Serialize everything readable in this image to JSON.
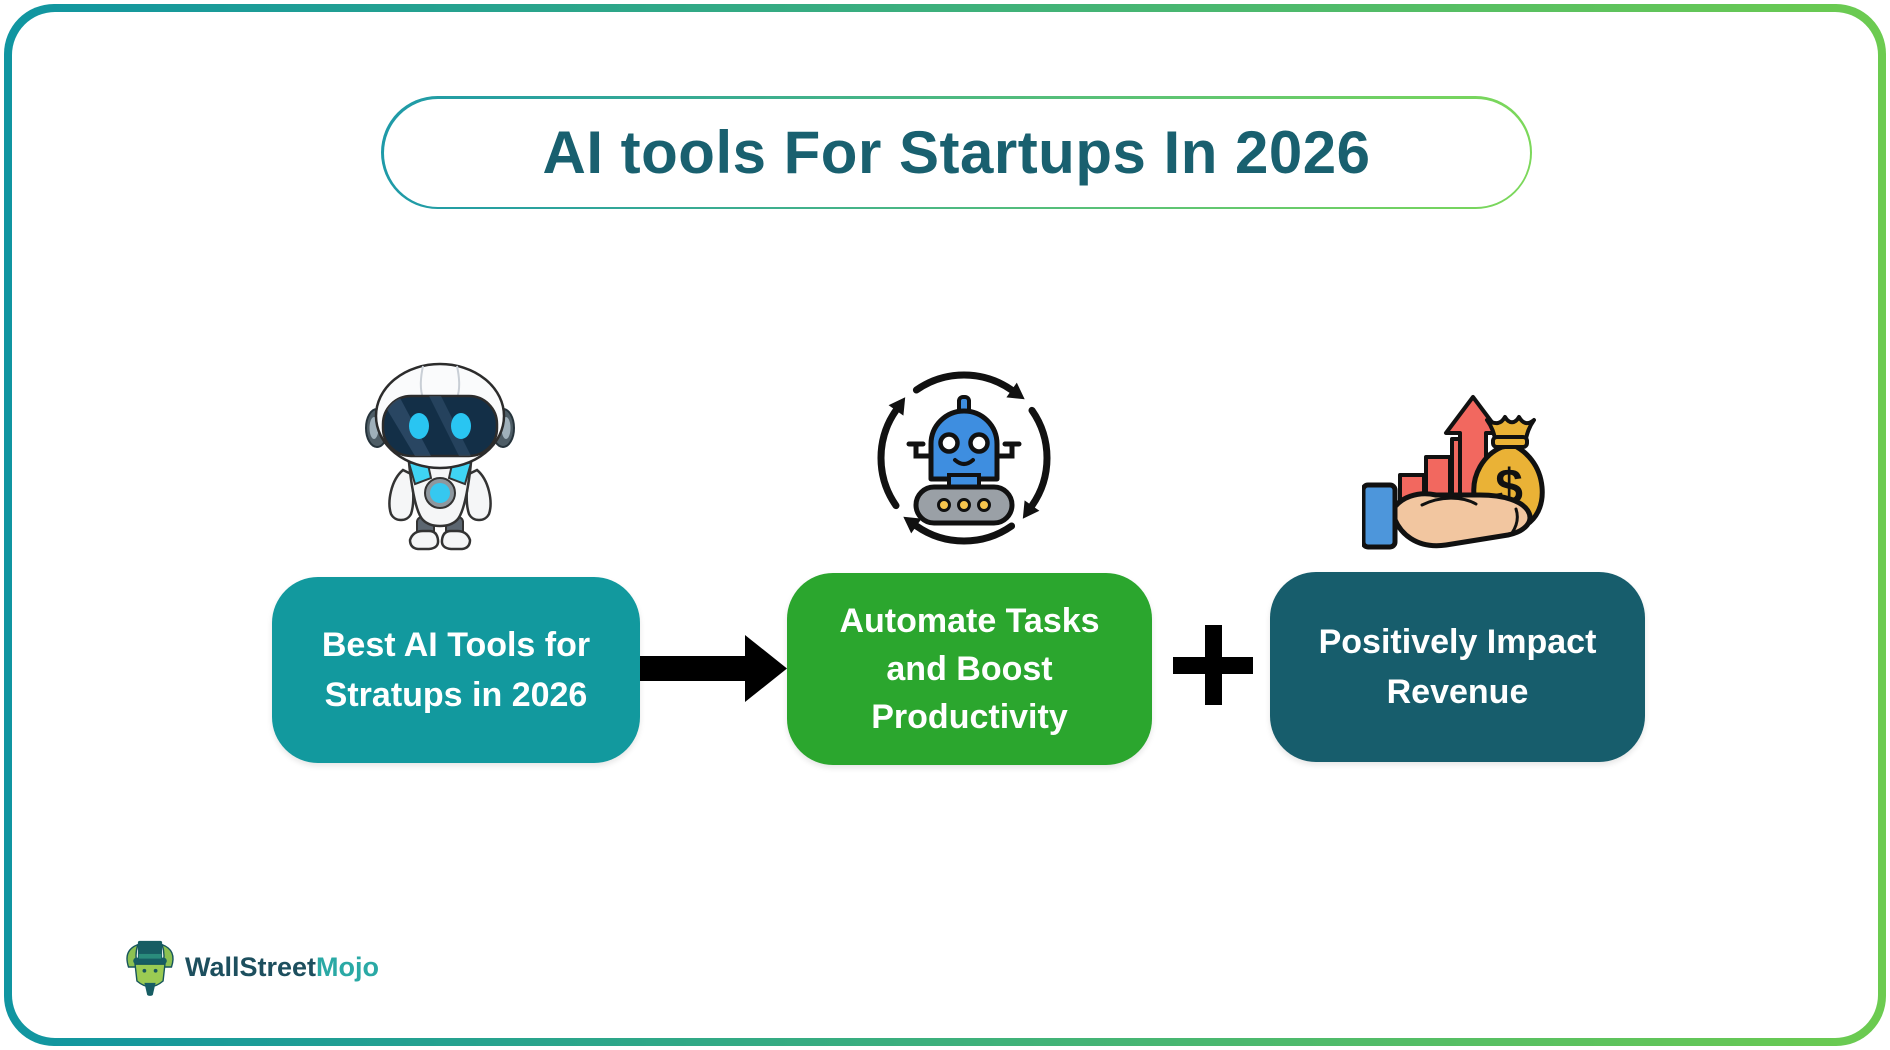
{
  "title": {
    "text": "AI tools For Startups In 2026"
  },
  "flow": {
    "steps": [
      {
        "label": "Best AI Tools for Stratups in 2026",
        "lines": [
          "Best AI Tools for",
          "Stratups in 2026"
        ],
        "color": "#12999E",
        "icon": "robot-mascot-icon"
      },
      {
        "label": "Automate Tasks and Boost Productivity",
        "lines": [
          "Automate Tasks",
          "and Boost",
          "Productivity"
        ],
        "color": "#2BA62E",
        "icon": "automation-cycle-robot-icon"
      },
      {
        "label": "Positively Impact Revenue",
        "lines": [
          "Positively Impact",
          "Revenue"
        ],
        "color": "#175D6C",
        "icon": "hand-money-growth-icon"
      }
    ],
    "connectors": [
      {
        "type": "arrow-right",
        "color": "#000000"
      },
      {
        "type": "plus",
        "color": "#000000"
      }
    ]
  },
  "logo": {
    "part1": "WallStreet",
    "part2": "Mojo",
    "part1_color": "#1D4F5E",
    "part2_color": "#2AA9A5",
    "mascot": "bull-mascot-icon"
  },
  "theme": {
    "background": "#FFFFFF",
    "card_border_gradient": [
      "#1095A1",
      "#6CCB50"
    ],
    "title_border_gradient": [
      "#1E9AA8",
      "#7CD85A"
    ],
    "title_text_color": "#19606F",
    "step_text_color": "#FFFFFF"
  }
}
